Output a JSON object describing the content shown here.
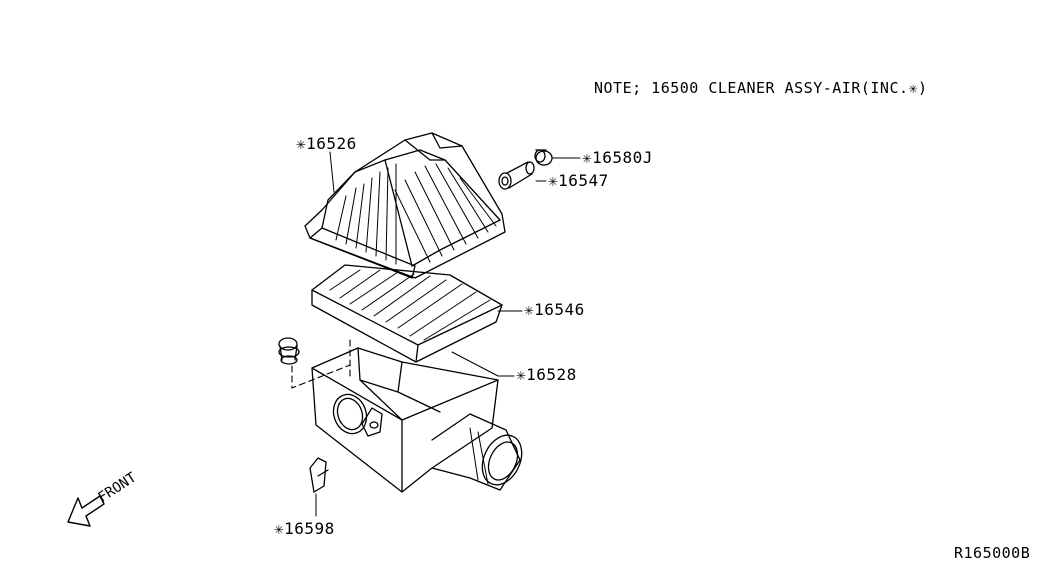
{
  "note": "NOTE; 16500 CLEANER ASSY-AIR(INC.✳)",
  "parts": {
    "p16526": "✳16526",
    "p16580j": "✳16580J",
    "p16547": "✳16547",
    "p16546": "✳16546",
    "p16528": "✳16528",
    "p16598": "✳16598"
  },
  "front_label": "FRONT",
  "drawing_code": "R165000B"
}
